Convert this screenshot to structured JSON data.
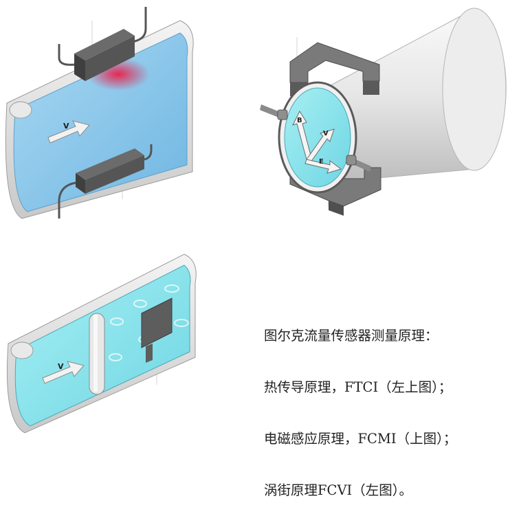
{
  "caption": {
    "lines": [
      "图尔克流量传感器测量原理：",
      "热传导原理，FTCI（左上图）；",
      "电磁感应原理，FCMI（上图）；",
      "涡街原理FCVI（左图）。"
    ]
  },
  "labels": {
    "thermal_velocity": "V",
    "em_b": "B",
    "em_v": "V",
    "em_e": "E",
    "vortex_velocity": "V"
  },
  "colors": {
    "water_blue": "#8ec9ea",
    "water_cyan": "#7fe1ea",
    "sensor_dark": "#5a5a5a",
    "magnet_gray": "#7a7a7a",
    "hot_spot": "#e8204a"
  }
}
